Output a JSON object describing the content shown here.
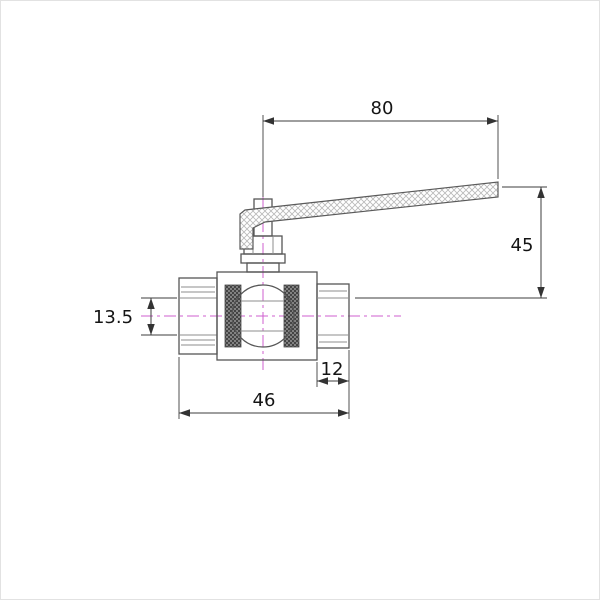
{
  "drawing": {
    "title": "ball-valve-dimensioned-drawing",
    "dimensions": {
      "handle_length": "80",
      "handle_height": "45",
      "port_bore": "13.5",
      "port_depth": "12",
      "body_length": "46"
    },
    "colors": {
      "outline": "#565656",
      "dimension_line": "#3e3e3e",
      "centerline": "#cf5fcf",
      "seat_hatch": "#3d3d3d",
      "handle_hatch": "#b8b8b8"
    }
  }
}
